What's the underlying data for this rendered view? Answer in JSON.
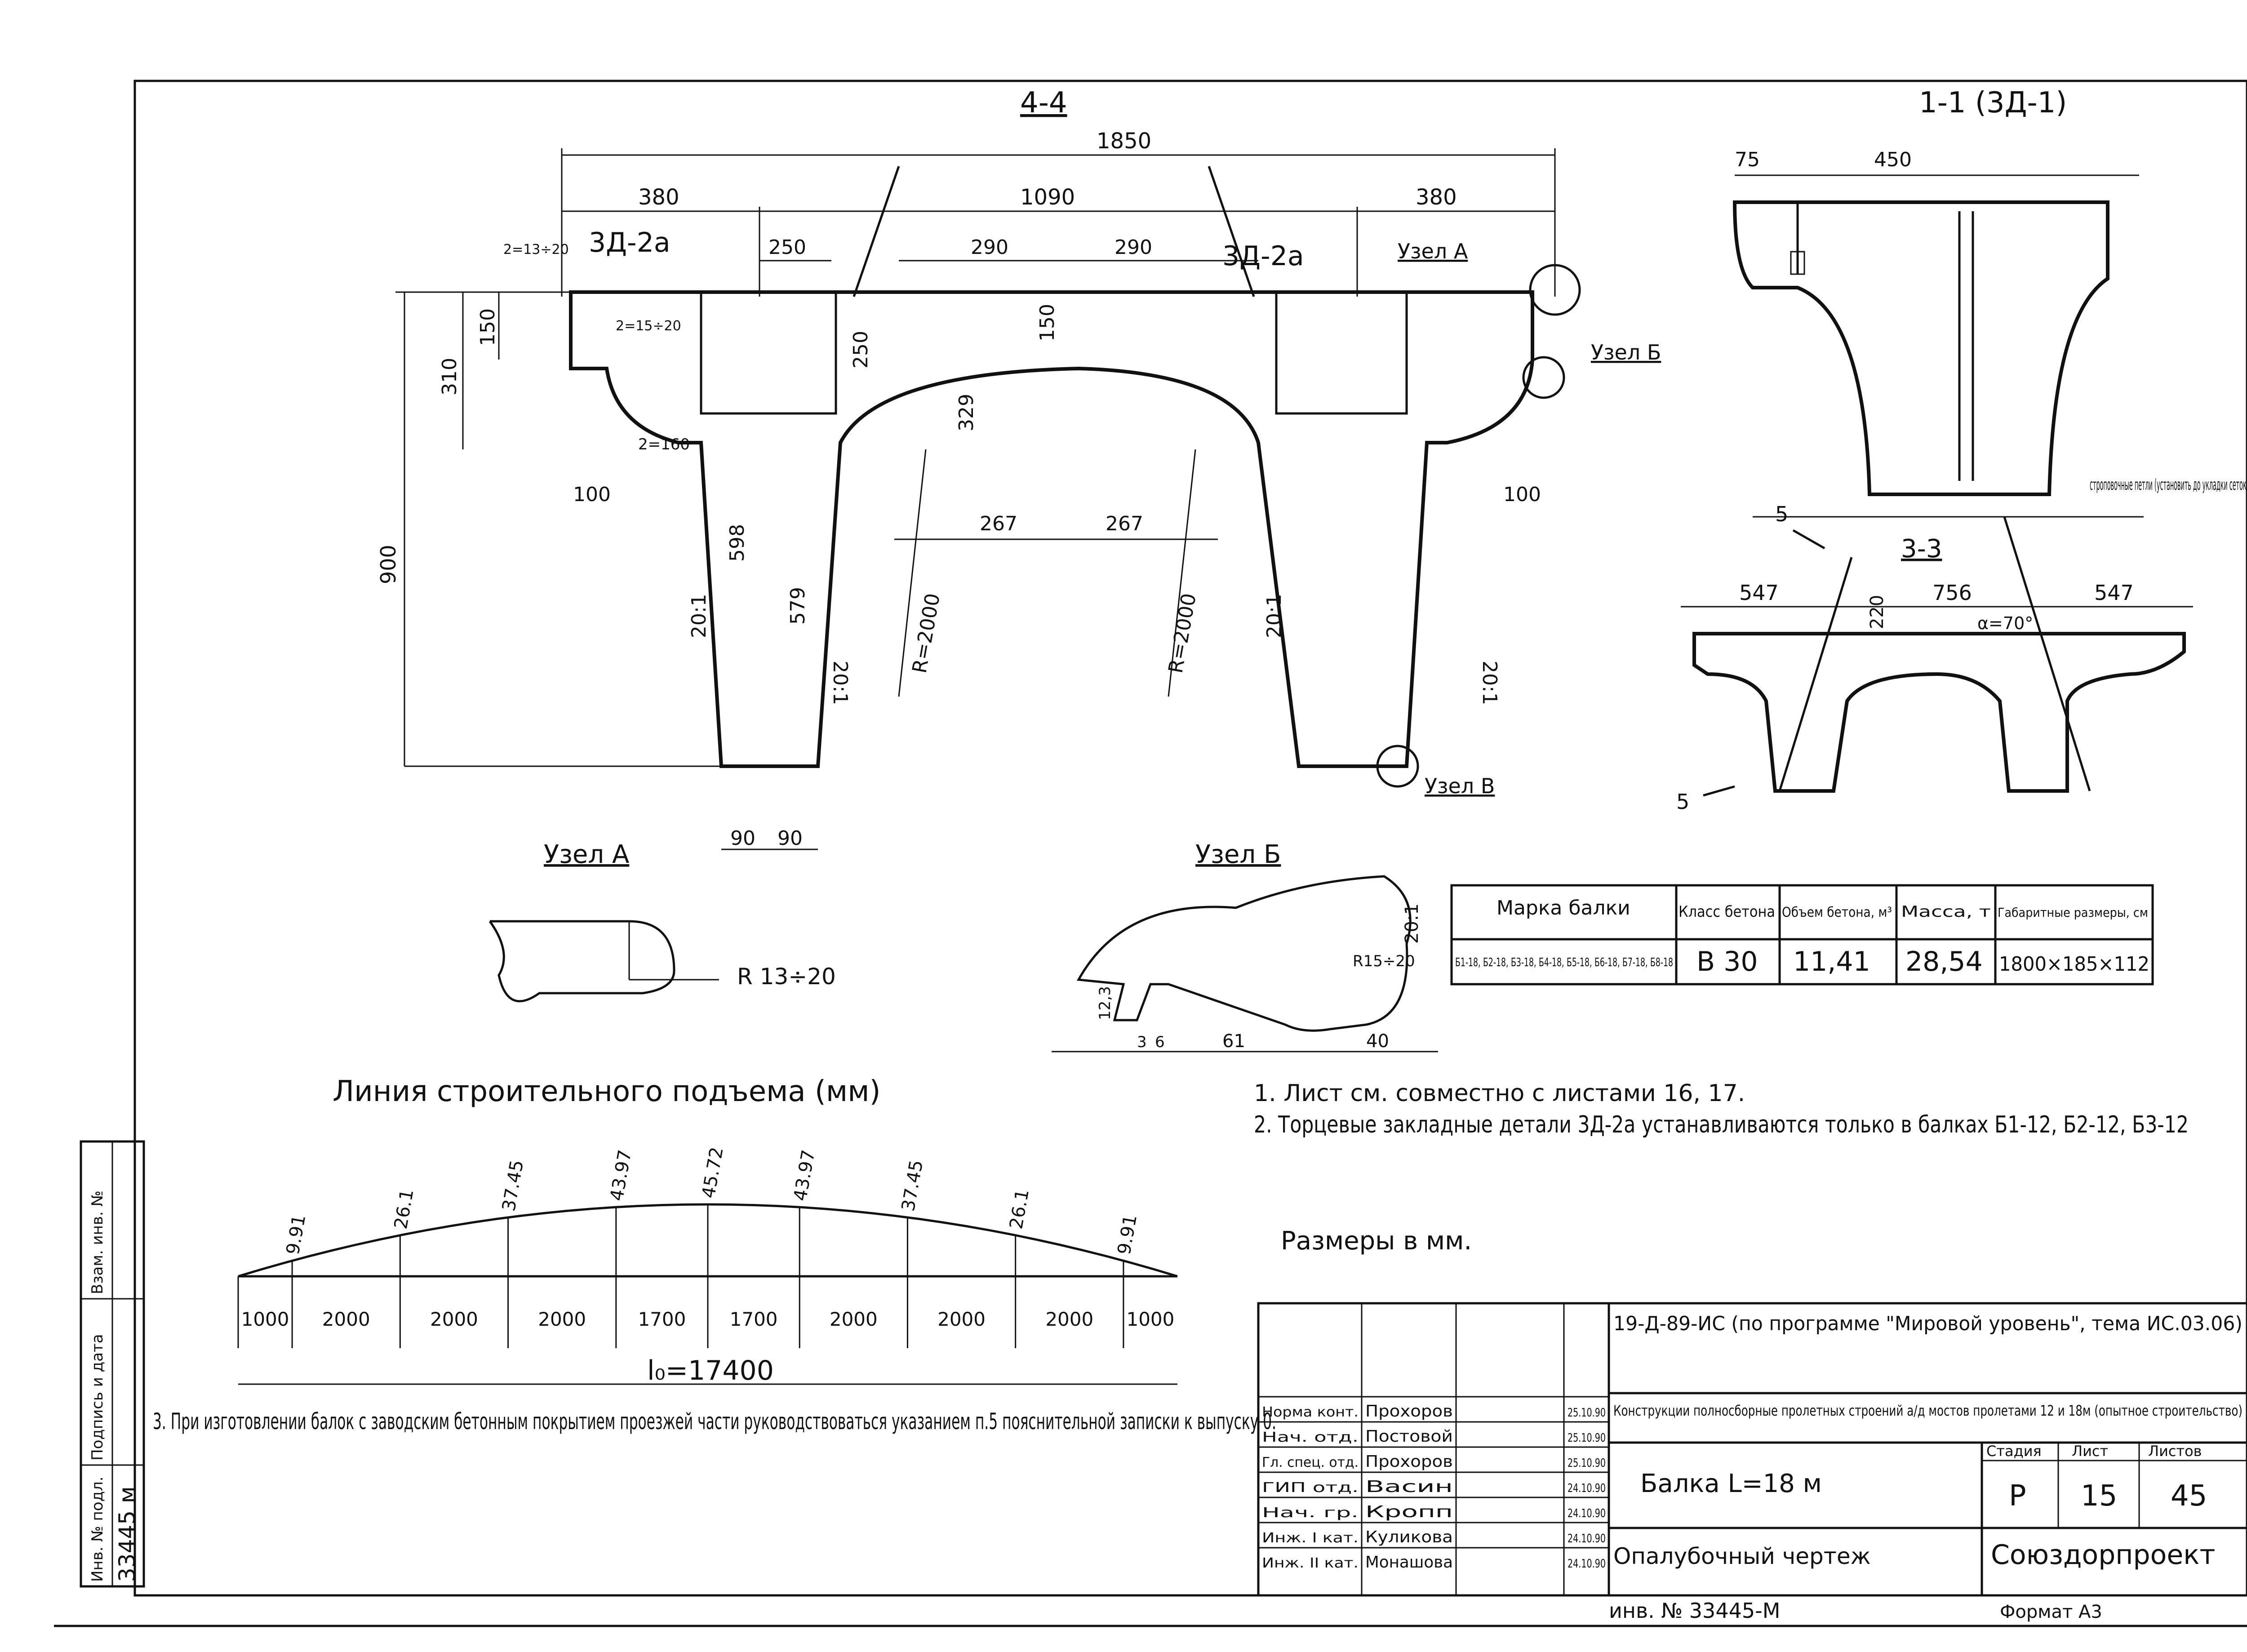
{
  "section_4_4": {
    "title": "4-4",
    "dims_top": [
      "1850",
      "380",
      "1090",
      "380"
    ],
    "dims_inner": [
      "250",
      "290",
      "290"
    ],
    "detail_labels": [
      "3Д-2а",
      "3Д-2а"
    ],
    "node_labels": [
      "Узел А",
      "Узел Б",
      "Узел В"
    ],
    "chamfers": [
      "2=13÷20",
      "2=15÷20",
      "2=160"
    ],
    "vertical_dims": [
      "310",
      "150",
      "900",
      "598",
      "579",
      "329",
      "250",
      "150"
    ],
    "bottom_dims": [
      "90",
      "90",
      "100",
      "100",
      "267",
      "267"
    ],
    "slopes": [
      "20:1",
      "20:1",
      "20:1",
      "20:1"
    ],
    "radii": [
      "R=2000",
      "R=2000"
    ]
  },
  "section_1_1": {
    "title": "1-1 (3Д-1)",
    "dims": [
      "75",
      "450"
    ],
    "section_3_3": "3-3",
    "dims_3_3": [
      "547",
      "756",
      "547",
      "220"
    ],
    "angle": "α=70°",
    "sling_note": "строповочные петли (установить до укладки сеток плиты)",
    "cut_marks": [
      "5",
      "5"
    ]
  },
  "detail_a": {
    "title": "Узел А",
    "radius": "R 13÷20"
  },
  "detail_b": {
    "title": "Узел Б",
    "dims": [
      "12,3",
      "3",
      "6",
      "61",
      "40",
      "20:1",
      "R15÷20"
    ]
  },
  "table": {
    "headers": [
      "Марка балки",
      "Класс бетона",
      "Объем бетона, м³",
      "Масса, т",
      "Габаритные размеры, см"
    ],
    "row": [
      "Б1-18, Б2-18, Б3-18, Б4-18, Б5-18, Б6-18, Б7-18, Б8-18",
      "В 30",
      "11,41",
      "28,54",
      "1800×185×112"
    ]
  },
  "notes": [
    "1. Лист см. совместно с листами 16, 17.",
    "2. Торцевые закладные детали 3Д-2а устанавливаются только в балках Б1-12, Б2-12, Б3-12",
    "Размеры в мм."
  ],
  "camber": {
    "title": "Линия строительного подъема (мм)",
    "values": [
      9.91,
      26.1,
      37.45,
      43.97,
      45.72,
      43.97,
      37.45,
      26.1,
      9.91
    ],
    "segments": [
      1000,
      2000,
      2000,
      2000,
      1700,
      1700,
      2000,
      2000,
      2000,
      1000
    ],
    "span_label": "l₀=17400"
  },
  "note3": "3. При изготовлении балок с заводским бетонным покрытием проезжей части руководствоваться указанием п.5 пояснительной записки к выпуску 0.",
  "title_block": {
    "project": "19-Д-89-ИС (по программе \"Мировой уровень\", тема ИС.03.06)",
    "description": "Конструкции полносборные пролетных строений а/д мостов пролетами 12 и 18м (опытное строительство)",
    "drawing_name": "Балка L=18 м",
    "sheet_type": "Опалубочный чертеж",
    "org": "Союздорпроект",
    "stage_label": "Стадия",
    "stage": "Р",
    "sheet_label": "Лист",
    "sheet": "15",
    "sheets_label": "Листов",
    "sheets": "45",
    "staff": [
      {
        "role": "Норма конт.",
        "name": "Прохоров",
        "date": "25.10.90"
      },
      {
        "role": "Нач. отд.",
        "name": "Постовой",
        "date": "25.10.90"
      },
      {
        "role": "Гл. спец. отд.",
        "name": "Прохоров",
        "date": "25.10.90"
      },
      {
        "role": "ГИП отд.",
        "name": "Васин",
        "date": "24.10.90"
      },
      {
        "role": "Нач. гр.",
        "name": "Кропп",
        "date": "24.10.90"
      },
      {
        "role": "Инж. I кат.",
        "name": "Куликова",
        "date": "24.10.90"
      },
      {
        "role": "Инж. II кат.",
        "name": "Монашова",
        "date": "24.10.90"
      }
    ],
    "inventory": "инв. № 33445-М",
    "format": "Формат А3"
  },
  "side_stamp": {
    "labels": [
      "Инв. № подл.",
      "Подпись и дата",
      "Взам. инв. №"
    ],
    "inv_value": "33445 м"
  }
}
